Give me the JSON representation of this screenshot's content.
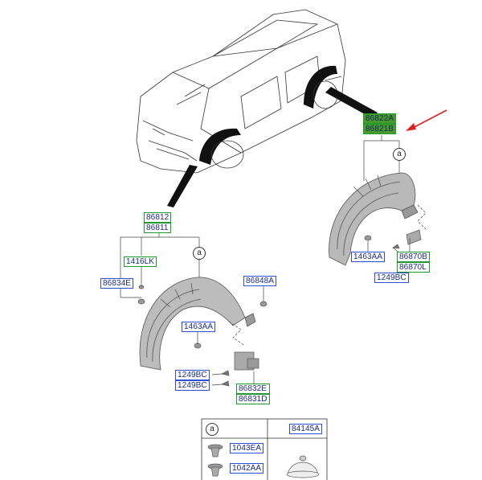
{
  "callouts": {
    "front_upper": "86812",
    "front_lower": "86811",
    "rear_upper": "86822A",
    "rear_lower": "86821B",
    "clip_1416": "1416LK",
    "front_seal": "86834E",
    "front_nut_top": "86848A",
    "front_nut": "1463AA",
    "front_screw_1": "1249BC",
    "front_screw_2": "1249BC",
    "front_bracket_1": "86832E",
    "front_bracket_2": "86831D",
    "rear_nut": "1463AA",
    "rear_bracket_1": "86870B",
    "rear_bracket_2": "86870L",
    "rear_screw": "1249BC"
  },
  "detail_marker": "a",
  "table": {
    "header_marker": "a",
    "header_part": "84145A",
    "rows": [
      "1043EA",
      "1042AA"
    ]
  },
  "colors": {
    "callout_text": "#1a2a8a",
    "blue_box": "#2c4fd6",
    "green_box": "#1f9a2e",
    "highlight": "#4a9a2a",
    "arrow": "#e02020"
  }
}
